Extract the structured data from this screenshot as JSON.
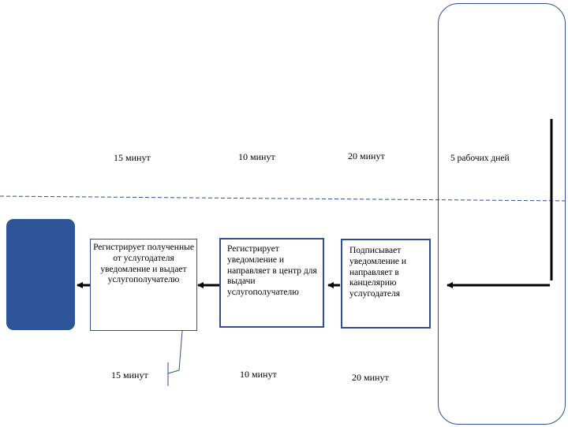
{
  "times_top": {
    "t1": "15 минут",
    "t2": "10  минут",
    "t3": "20  минут",
    "t4": "5 рабочих дней"
  },
  "times_bottom": {
    "t1": "15 минут",
    "t2": "10 минут",
    "t3": "20 минут"
  },
  "steps": {
    "step_left": "Регистрирует полученные от услугодателя уведомление и выдает услугополучателю",
    "step_middle": "Регистрирует уведомление и направляет в центр для выдачи услугополучателю",
    "step_right": "Подписывает уведомление и направляет в канцелярию услугодателя"
  },
  "colors": {
    "block_fill": "#2e5597",
    "lane_border": "#2f4f8f",
    "divider": "#2f4f8f"
  }
}
